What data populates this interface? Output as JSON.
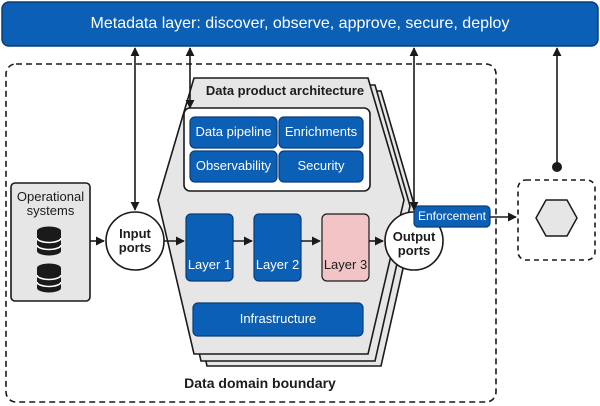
{
  "metadata_layer": {
    "label": "Metadata layer: discover, observe, approve, secure, deploy"
  },
  "architecture": {
    "title": "Data product architecture"
  },
  "components": {
    "data_pipeline": "Data pipeline",
    "enrichments": "Enrichments",
    "observability": "Observability",
    "security": "Security"
  },
  "operational_systems": {
    "line1": "Operational",
    "line2": "systems"
  },
  "input_ports": {
    "line1": "Input",
    "line2": "ports"
  },
  "output_ports": {
    "line1": "Output",
    "line2": "ports"
  },
  "layers": [
    "Layer 1",
    "Layer 2",
    "Layer 3"
  ],
  "infrastructure": "Infrastructure",
  "enforcement": "Enforcement",
  "domain_boundary": "Data domain boundary",
  "colors": {
    "primary_blue": "#0b5fb5",
    "dark_border": "#0a3d7a",
    "layer3_pink": "#f2c4c6",
    "hexagon_gray": "#e6e6e6",
    "stroke": "#1a1a1a"
  }
}
